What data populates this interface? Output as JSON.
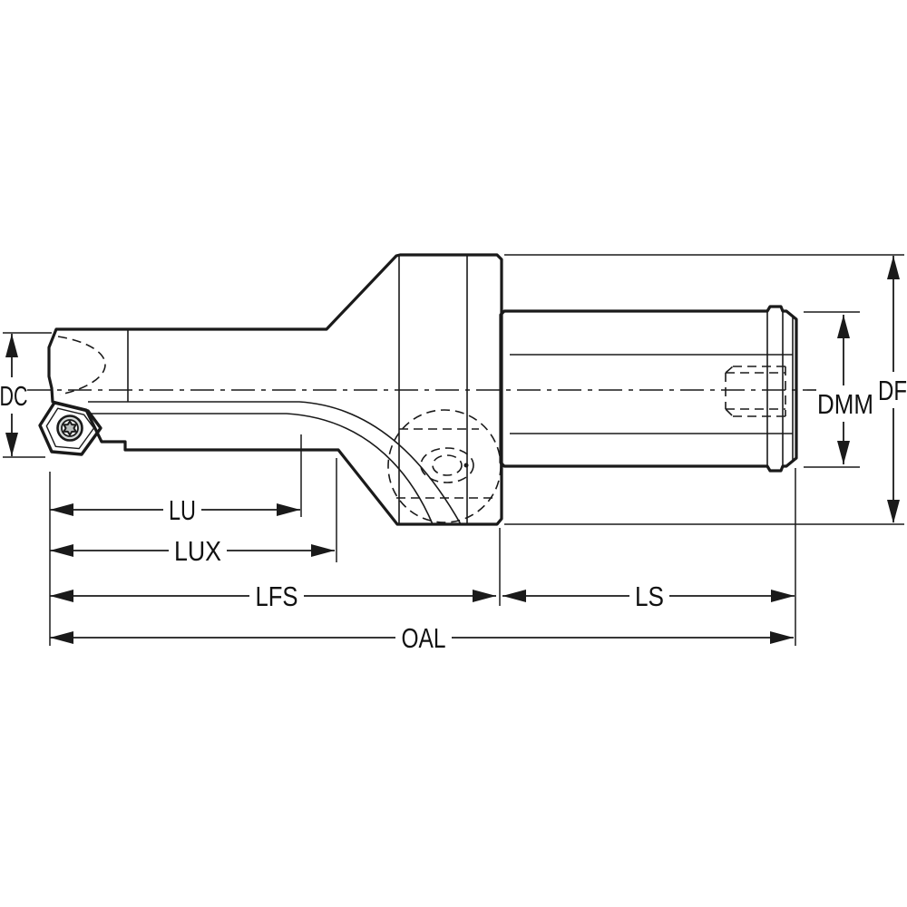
{
  "diagram": {
    "type": "technical-drawing",
    "subject": "indexable-insert drill with cylindrical shank, side view with dimension callouts",
    "labels": {
      "dc": "DC",
      "lu": "LU",
      "lux": "LUX",
      "lfs": "LFS",
      "oal": "OAL",
      "ls": "LS",
      "dmm": "DMM",
      "df": "DF"
    },
    "colors": {
      "background": "#FFFFFF",
      "body": "#C8CCCB",
      "insert": "#FFD400",
      "outline": "#1A1A1A",
      "screw_ring": "#D6DAD9",
      "screw_face": "#EEF0EF",
      "screw_star": "#B9BDBC"
    }
  }
}
